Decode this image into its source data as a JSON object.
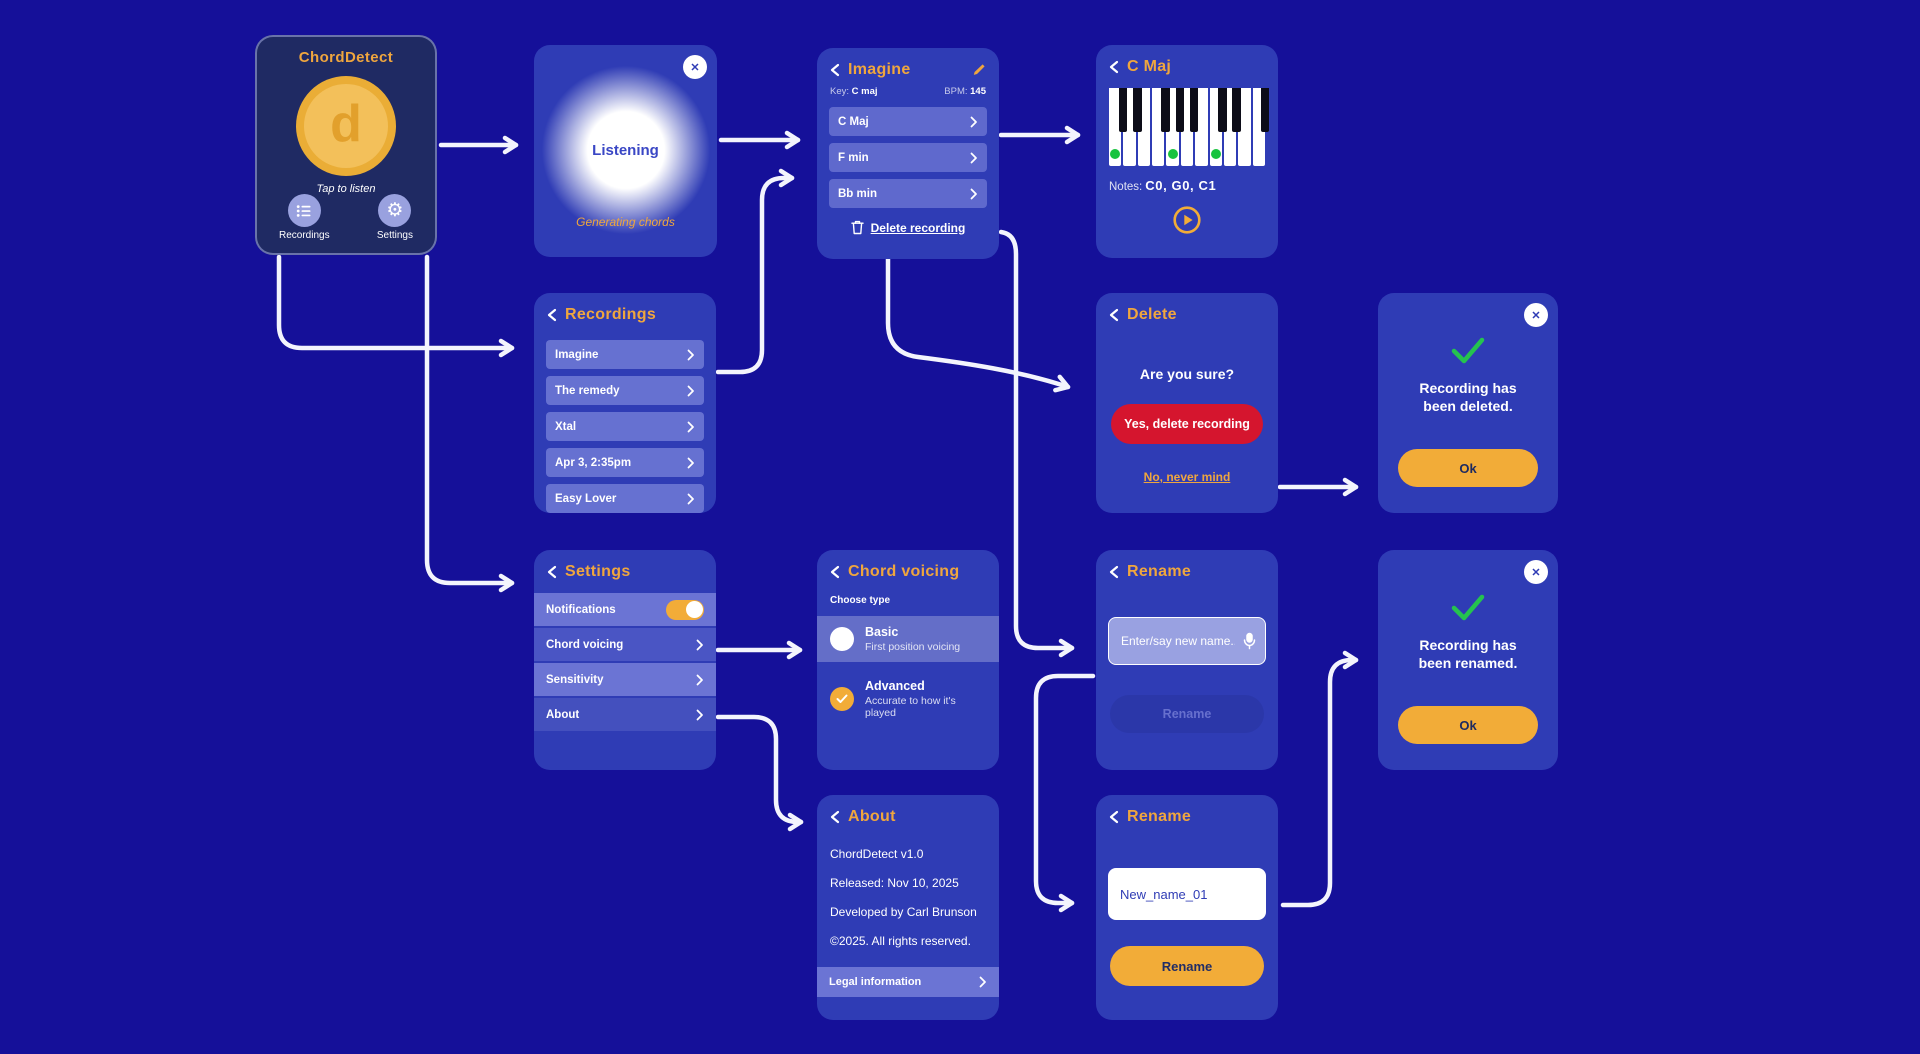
{
  "colors": {
    "page_bg": "#151099",
    "card_bg": "#2F3CB5",
    "home_card_bg": "#1F2A63",
    "gold": "#F2AC38",
    "gold_title": "#EFA63E",
    "red": "#D5152E",
    "green": "#25C34F",
    "note_dot_green": "#17C33E",
    "row_light": "#6B74D4",
    "arrow": "#F3F4FD"
  },
  "home": {
    "title": "ChordDetect",
    "logo_letter": "d",
    "tap_label": "Tap to listen",
    "recordings_label": "Recordings",
    "settings_label": "Settings"
  },
  "listening": {
    "status": "Listening",
    "close": "✕",
    "caption": "Generating chords"
  },
  "imagine": {
    "title": "Imagine",
    "key_label": "Key:",
    "key_value": "C maj",
    "bpm_label": "BPM:",
    "bpm_value": "145",
    "chords": [
      {
        "label": "C Maj"
      },
      {
        "label": "F min"
      },
      {
        "label": "Bb min"
      }
    ],
    "delete_label": "Delete recording"
  },
  "cmaj": {
    "title": "C Maj",
    "notes_label": "Notes:",
    "notes_value": "C0, G0, C1",
    "piano": {
      "white_keys": 11,
      "black_after": [
        0,
        1,
        3,
        4,
        5,
        7,
        8,
        10
      ],
      "highlighted": [
        0,
        4,
        7
      ]
    }
  },
  "recordings": {
    "title": "Recordings",
    "items": [
      "Imagine",
      "The remedy",
      "Xtal",
      "Apr 3, 2:35pm",
      "Easy Lover"
    ]
  },
  "delete": {
    "title": "Delete",
    "question": "Are you sure?",
    "confirm_label": "Yes, delete recording",
    "cancel_label": "No, never mind"
  },
  "deleted_confirm": {
    "close": "✕",
    "message": "Recording has been deleted.",
    "ok_label": "Ok"
  },
  "settings": {
    "title": "Settings",
    "rows": [
      {
        "label": "Notifications"
      },
      {
        "label": "Chord voicing"
      },
      {
        "label": "Sensitivity"
      },
      {
        "label": "About"
      }
    ]
  },
  "chord_voicing": {
    "title": "Chord voicing",
    "subtitle": "Choose type",
    "options": [
      {
        "label": "Basic",
        "desc": "First position voicing",
        "selected": false
      },
      {
        "label": "Advanced",
        "desc": "Accurate to how it's played",
        "selected": true
      }
    ]
  },
  "rename_empty": {
    "title": "Rename",
    "placeholder": "Enter/say new name..",
    "button_label": "Rename"
  },
  "renamed_confirm": {
    "close": "✕",
    "message": "Recording has been renamed.",
    "ok_label": "Ok"
  },
  "about": {
    "title": "About",
    "lines": [
      "ChordDetect v1.0",
      "Released: Nov 10, 2025",
      "Developed by Carl Brunson",
      "©2025. All rights reserved."
    ],
    "legal_label": "Legal information"
  },
  "rename_filled": {
    "title": "Rename",
    "value": "New_name_01",
    "button_label": "Rename"
  }
}
